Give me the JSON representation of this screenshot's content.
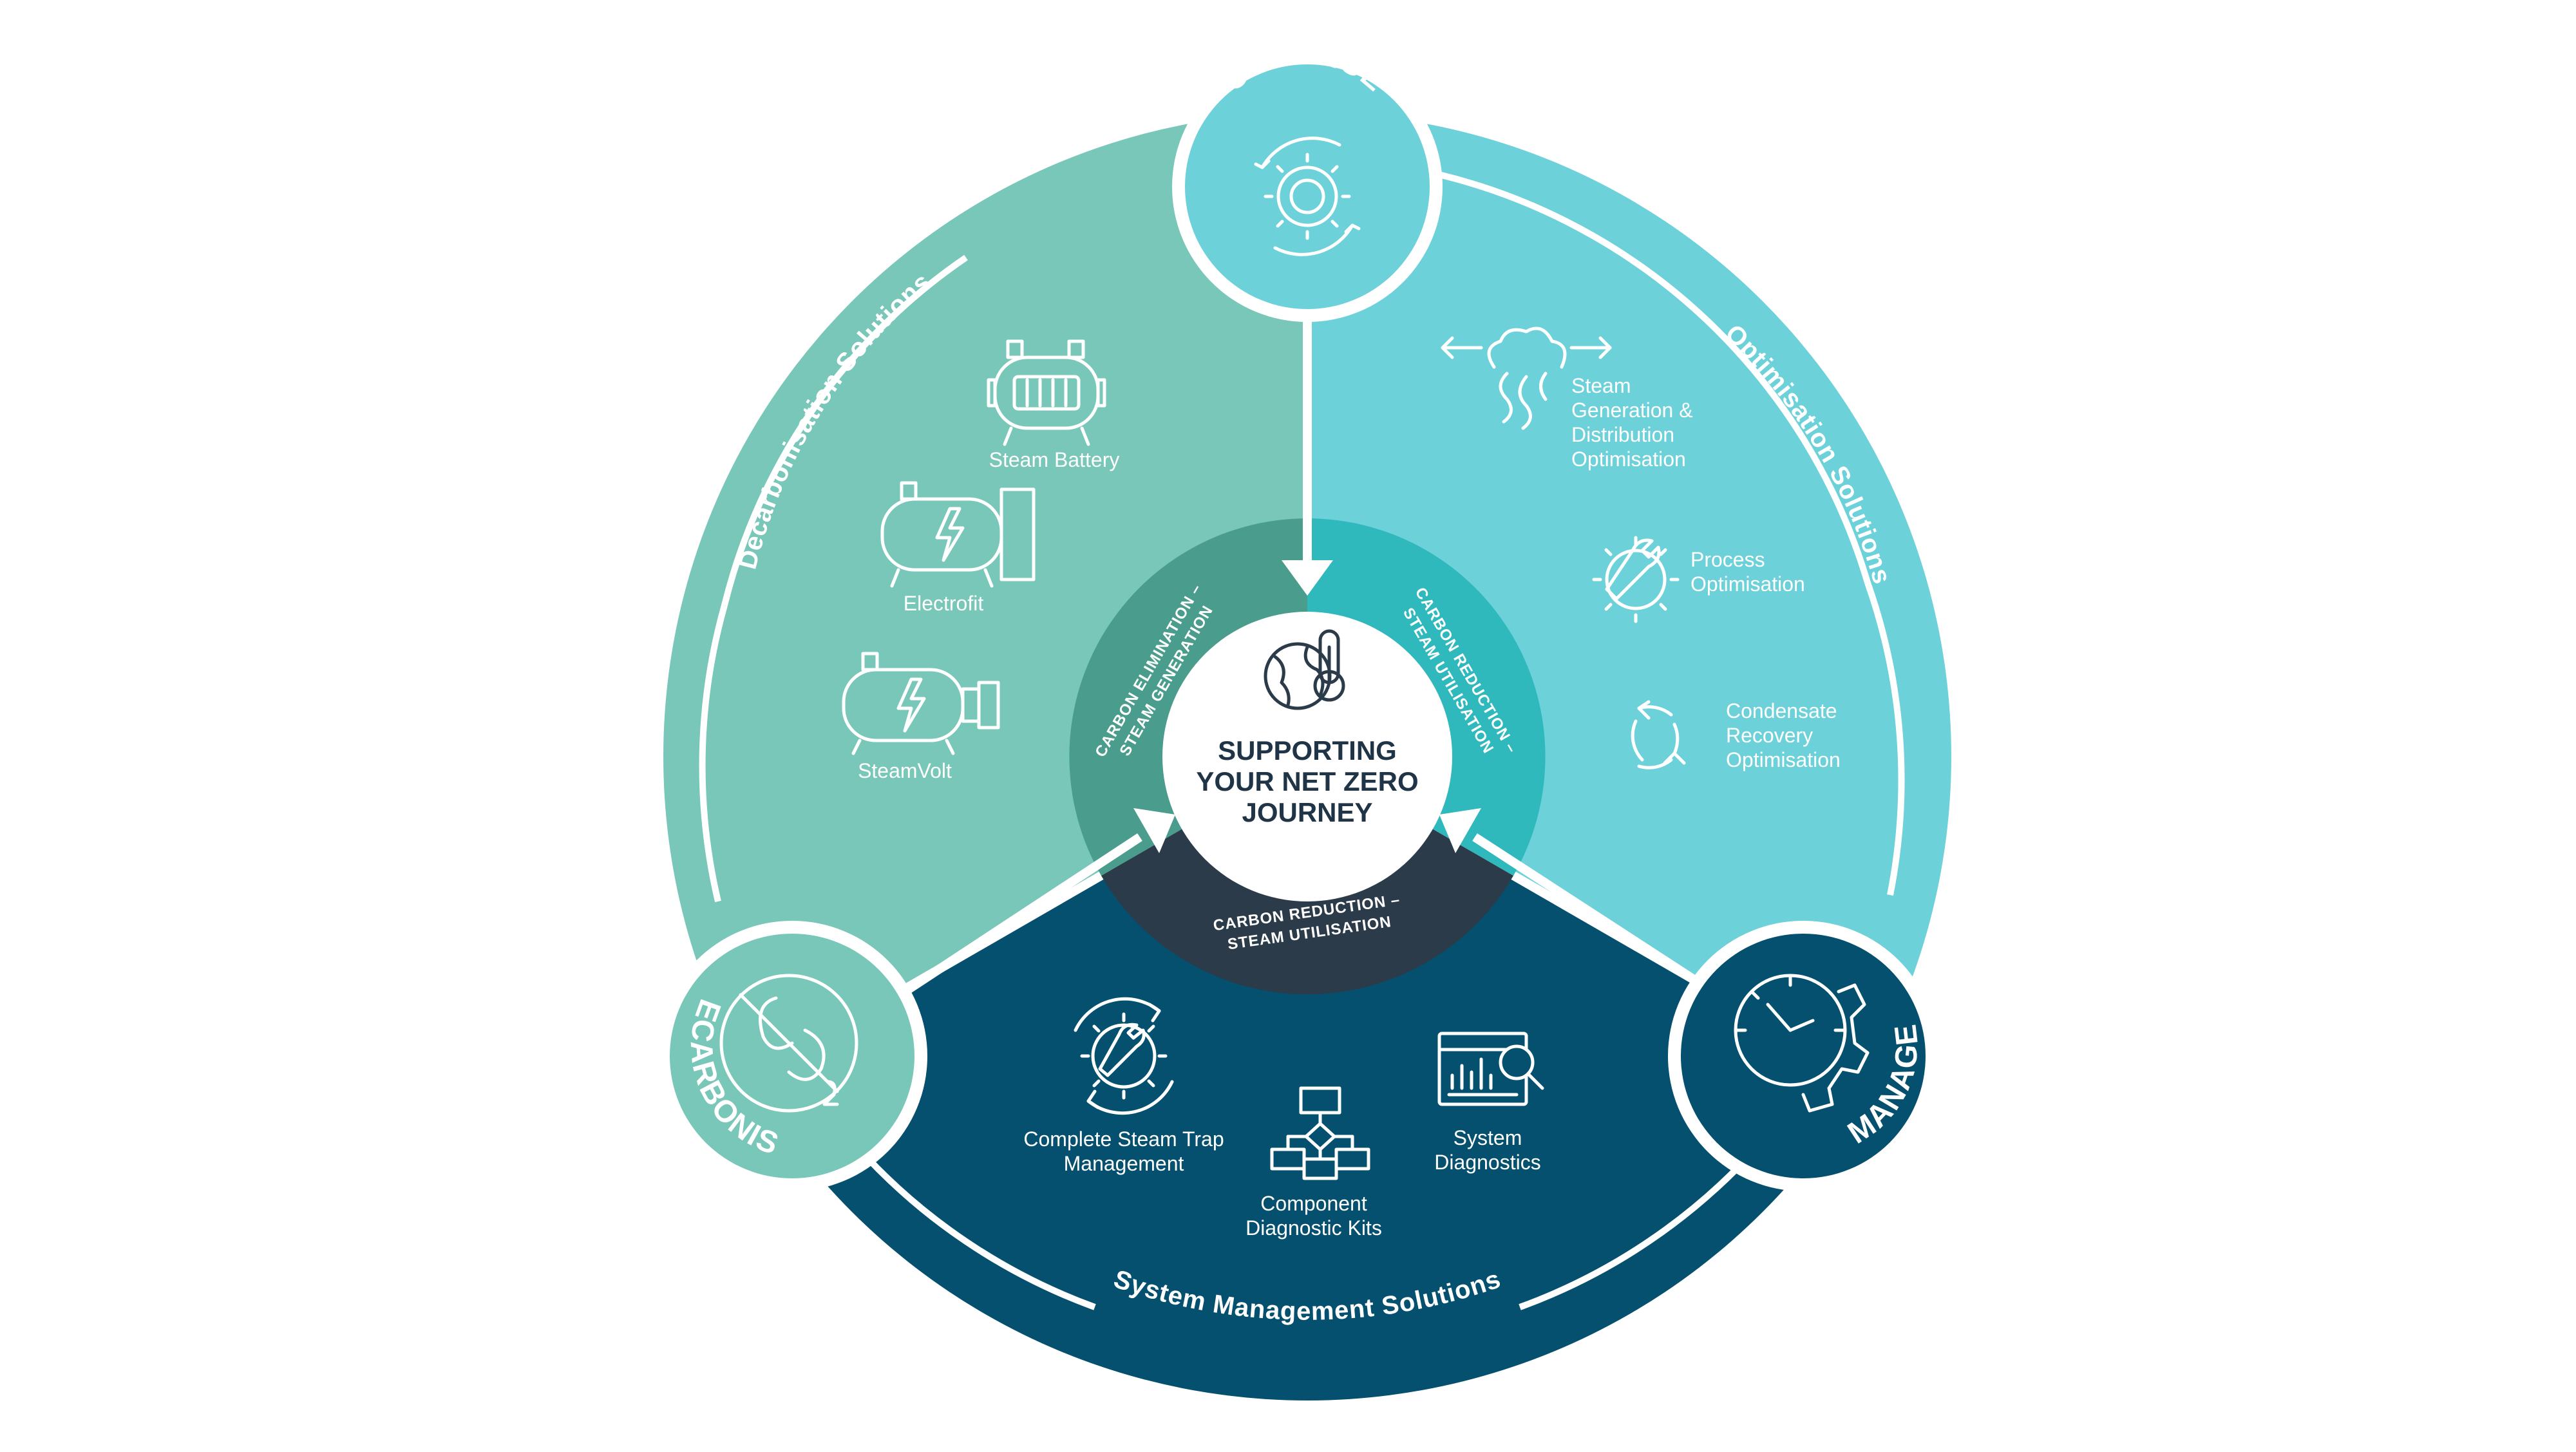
{
  "center": {
    "line1": "SUPPORTING",
    "line2": "YOUR NET ZERO",
    "line3": "JOURNEY"
  },
  "inner_ring": {
    "left": {
      "line1": "CARBON ELIMINATION –",
      "line2": "STEAM GENERATION"
    },
    "right": {
      "line1": "CARBON REDUCTION –",
      "line2": "STEAM UTILISATION"
    },
    "bottom": {
      "line1": "CARBON REDUCTION –",
      "line2": "STEAM UTILISATION"
    }
  },
  "ring_labels": {
    "decarbonisation": "Decarbonisation Solutions",
    "optimisation": "Optimisation Solutions",
    "system_management": "System Management Solutions"
  },
  "badges": {
    "optimise": "OPTIMISE",
    "decarbonise": "DECARBONISE",
    "manage": "MANAGE"
  },
  "decarbonisation_items": {
    "steam_battery": "Steam Battery",
    "electrofit": "Electrofit",
    "steamvolt": "SteamVolt"
  },
  "optimisation_items": {
    "steam_gen": [
      "Steam",
      "Generation &",
      "Distribution",
      "Optimisation"
    ],
    "process": [
      "Process",
      "Optimisation"
    ],
    "condensate": [
      "Condensate",
      "Recovery",
      "Optimisation"
    ]
  },
  "management_items": {
    "trap": [
      "Complete Steam Trap",
      "Management"
    ],
    "kits": [
      "Component",
      "Diagnostic Kits"
    ],
    "diagnostics": [
      "System",
      "Diagnostics"
    ]
  },
  "colors": {
    "decarbonisation_sector": "#78c7b9",
    "optimisation_sector": "#6dd1da",
    "management_sector": "#04506e",
    "inner_ring_left": "#4a9d8c",
    "inner_ring_right": "#2fb9bd",
    "inner_ring_bottom": "#2b3b4a",
    "center_text": "#1f3547"
  },
  "icons": [
    "steam-battery-icon",
    "electrofit-icon",
    "steamvolt-icon",
    "steam-cloud-icon",
    "process-wrench-gear-icon",
    "condensate-recycle-icon",
    "steam-trap-gear-icon",
    "flowchart-icon",
    "diagnostics-monitor-icon",
    "globe-thermometer-icon",
    "gear-cycle-icon",
    "co2-cross-icon",
    "gauge-gear-icon"
  ]
}
